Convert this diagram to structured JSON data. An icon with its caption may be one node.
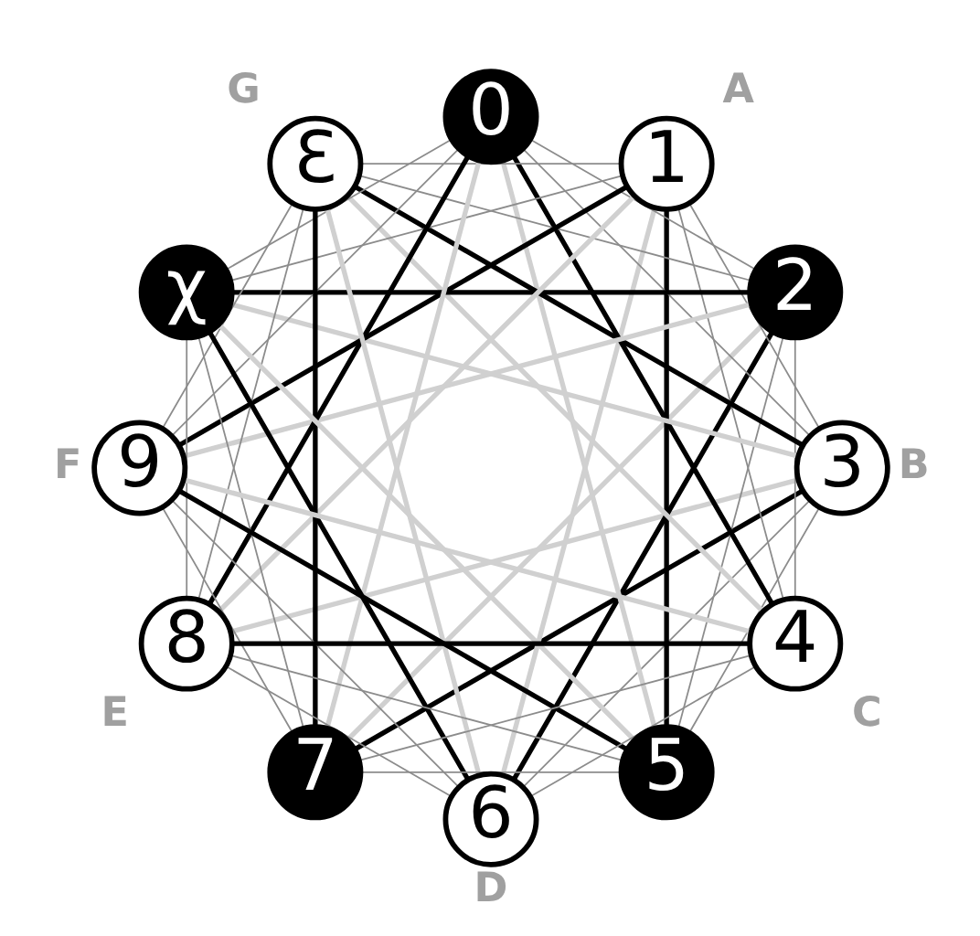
{
  "diagram": {
    "nodes": [
      {
        "text": [
          "0"
        ]
      },
      {
        "text": [
          "1"
        ],
        "beside": [
          "A"
        ]
      },
      {
        "text": [
          "2"
        ]
      },
      {
        "text": [
          "3"
        ],
        "beside": [
          "B"
        ]
      },
      {
        "text": [
          "4"
        ],
        "beside": [
          "C"
        ]
      },
      {
        "text": [
          "5"
        ]
      },
      {
        "text": [
          "6"
        ],
        "beside": [
          "D"
        ]
      },
      {
        "text": [
          "7"
        ]
      },
      {
        "text": [
          "8"
        ],
        "beside": [
          "E"
        ]
      },
      {
        "text": [
          "9"
        ],
        "beside": [
          "F"
        ]
      },
      {
        "text": [
          "χ"
        ]
      },
      {
        "text": [
          "Ɛ"
        ],
        "beside": [
          "G"
        ]
      }
    ],
    "edges": [
      {
        "from": 0,
        "to": 5,
        "arrow": "none",
        "style": "thick",
        "color": "#d0d0d0"
      },
      {
        "from": 1,
        "to": 6,
        "arrow": "none",
        "style": "thick",
        "color": "#d0d0d0"
      },
      {
        "from": 2,
        "to": 7,
        "arrow": "none",
        "style": "thick",
        "color": "#d0d0d0"
      },
      {
        "from": 3,
        "to": 8,
        "arrow": "none",
        "style": "thick",
        "color": "#d0d0d0"
      },
      {
        "from": 4,
        "to": 9,
        "arrow": "none",
        "style": "thick",
        "color": "#d0d0d0"
      },
      {
        "from": 5,
        "to": 10,
        "arrow": "none",
        "style": "thick",
        "color": "#d0d0d0"
      },
      {
        "from": 6,
        "to": 11,
        "arrow": "none",
        "style": "thick",
        "color": "#d0d0d0"
      },
      {
        "from": 7,
        "to": 0,
        "arrow": "none",
        "style": "thick",
        "color": "#d0d0d0"
      },
      {
        "from": 8,
        "to": 1,
        "arrow": "none",
        "style": "thick",
        "color": "#d0d0d0"
      },
      {
        "from": 9,
        "to": 2,
        "arrow": "none",
        "style": "thick",
        "color": "#d0d0d0"
      },
      {
        "from": 10,
        "to": 3,
        "arrow": "none",
        "style": "thick",
        "color": "#d0d0d0"
      },
      {
        "from": 11,
        "to": 4,
        "arrow": "none",
        "style": "thick",
        "color": "#d0d0d0"
      },
      {
        "from": 0,
        "to": 2,
        "arrow": "none"
      },
      {
        "from": 1,
        "to": 3,
        "arrow": "none"
      },
      {
        "from": 2,
        "to": 4,
        "arrow": "none"
      },
      {
        "from": 3,
        "to": 5,
        "arrow": "none"
      },
      {
        "from": 4,
        "to": 6,
        "arrow": "none"
      },
      {
        "from": 5,
        "to": 7,
        "arrow": "none"
      },
      {
        "from": 6,
        "to": 8,
        "arrow": "none"
      },
      {
        "from": 7,
        "to": 9,
        "arrow": "none"
      },
      {
        "from": 8,
        "to": 10,
        "arrow": "none"
      },
      {
        "from": 9,
        "to": 11,
        "arrow": "none"
      },
      {
        "from": 10,
        "to": 0,
        "arrow": "none"
      },
      {
        "from": 11,
        "to": 1,
        "arrow": "none"
      },
      {
        "from": 0,
        "to": 3,
        "arrow": "none"
      },
      {
        "from": 1,
        "to": 4,
        "arrow": "none"
      },
      {
        "from": 2,
        "to": 5,
        "arrow": "none"
      },
      {
        "from": 3,
        "to": 6,
        "arrow": "none"
      },
      {
        "from": 4,
        "to": 7,
        "arrow": "none"
      },
      {
        "from": 5,
        "to": 8,
        "arrow": "none"
      },
      {
        "from": 6,
        "to": 9,
        "arrow": "none"
      },
      {
        "from": 7,
        "to": 10,
        "arrow": "none"
      },
      {
        "from": 8,
        "to": 11,
        "arrow": "none"
      },
      {
        "from": 9,
        "to": 0,
        "arrow": "none"
      },
      {
        "from": 10,
        "to": 1,
        "arrow": "none"
      },
      {
        "from": 11,
        "to": 2,
        "arrow": "none"
      },
      {
        "from": 0,
        "to": 4,
        "arrow": "none",
        "style": "thick",
        "color": "#000000"
      },
      {
        "from": 1,
        "to": 5,
        "arrow": "none",
        "style": "thick",
        "color": "#000000"
      },
      {
        "from": 2,
        "to": 6,
        "arrow": "none",
        "style": "thick",
        "color": "#000000"
      },
      {
        "from": 3,
        "to": 7,
        "arrow": "none",
        "style": "thick",
        "color": "#000000"
      },
      {
        "from": 4,
        "to": 8,
        "arrow": "none",
        "style": "thick",
        "color": "#000000"
      },
      {
        "from": 5,
        "to": 9,
        "arrow": "none",
        "style": "thick",
        "color": "#000000"
      },
      {
        "from": 6,
        "to": 10,
        "arrow": "none",
        "style": "thick",
        "color": "#000000"
      },
      {
        "from": 7,
        "to": 11,
        "arrow": "none",
        "style": "thick",
        "color": "#000000"
      },
      {
        "from": 8,
        "to": 0,
        "arrow": "none",
        "style": "thick",
        "color": "#000000"
      },
      {
        "from": 9,
        "to": 1,
        "arrow": "none",
        "style": "thick",
        "color": "#000000"
      },
      {
        "from": 10,
        "to": 2,
        "arrow": "none",
        "style": "thick",
        "color": "#000000"
      },
      {
        "from": 11,
        "to": 3,
        "arrow": "none",
        "style": "thick",
        "color": "#000000"
      }
    ]
  }
}
